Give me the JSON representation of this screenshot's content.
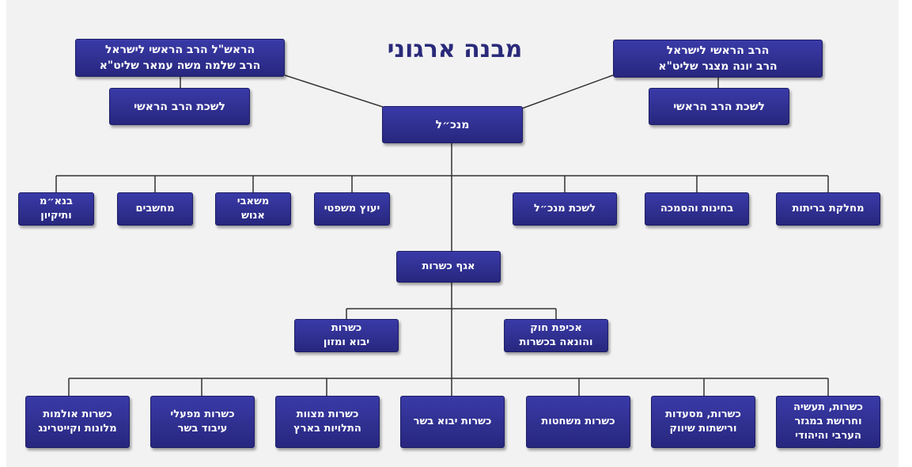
{
  "title": "מבנה ארגוני",
  "colors": {
    "box": "#2e2e93",
    "line": "#333333",
    "title": "#2a2a7a",
    "background": "#f2f2f3"
  },
  "top": {
    "sephardi_chief_rabbi": {
      "line1": "הראש\"ל הרב הראשי לישראל",
      "line2": "הרב שלמה משה עמאר שליט\"א"
    },
    "ashkenazi_chief_rabbi": {
      "line1": "הרב הראשי לישראל",
      "line2": "הרב יונה מצגר שליט\"א"
    },
    "office_left": "לשכת הרב הראשי",
    "office_right": "לשכת הרב הראשי",
    "director_general": "מנכ״ל"
  },
  "departments": {
    "right": [
      "מחלקת בריתות",
      "בחינות והסמכה",
      "לשכת מנכ״ל"
    ],
    "left": [
      {
        "line1": "יעוץ משפטי",
        "line2": ""
      },
      {
        "line1": "משאבי",
        "line2": "אנוש"
      },
      {
        "line1": "מחשבים",
        "line2": ""
      },
      {
        "line1": "בנא״מ",
        "line2": "ותיקיון"
      }
    ]
  },
  "kashrut": {
    "head": "אגף כשרות",
    "sub": [
      {
        "line1": "אכיפת חוק",
        "line2": "והונאה בכשרות"
      },
      {
        "line1": "כשרות",
        "line2": "יבוא ומזון"
      }
    ],
    "units": [
      {
        "line1": "כשרות, תעשיה",
        "line2": "וחרושת במגזר",
        "line3": "הערבי והיהודי"
      },
      {
        "line1": "כשרות, מסעדות",
        "line2": "ורישתות שיווק",
        "line3": ""
      },
      {
        "line1": "כשרות משחטות",
        "line2": "",
        "line3": ""
      },
      {
        "line1": "כשרות יבוא בשר",
        "line2": "",
        "line3": ""
      },
      {
        "line1": "כשרות מצוות",
        "line2": "התלויות בארץ",
        "line3": ""
      },
      {
        "line1": "כשרות מפעלי",
        "line2": "עיבוד בשר",
        "line3": ""
      },
      {
        "line1": "כשרות אולמות",
        "line2": "מלונות וקייטרינג",
        "line3": ""
      }
    ]
  }
}
